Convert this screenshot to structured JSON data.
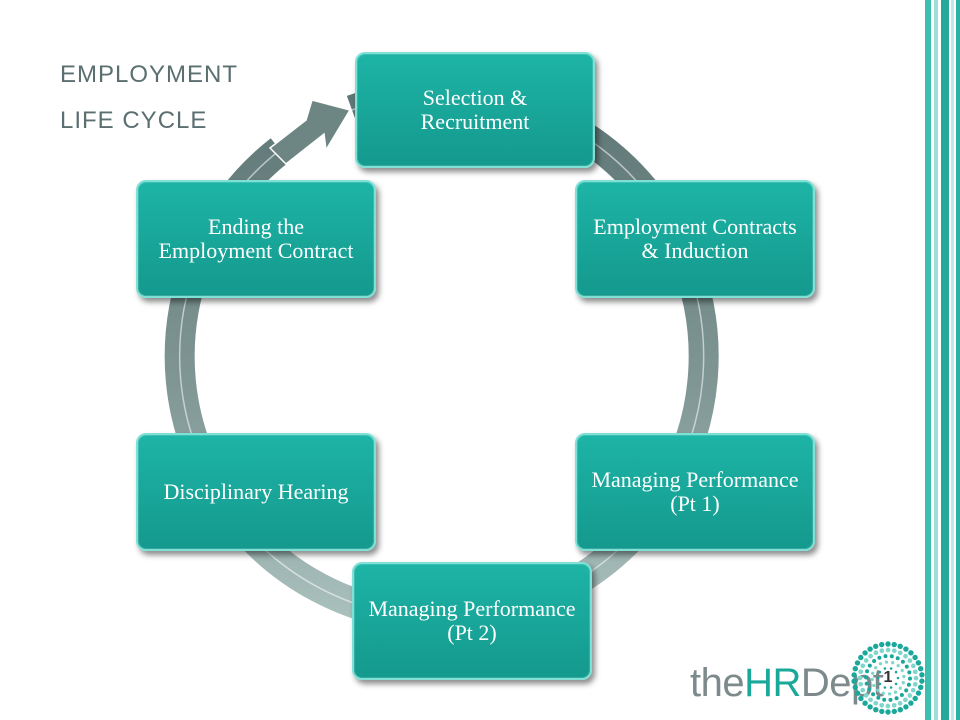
{
  "slide": {
    "title_line1": "Employment",
    "title_line2": "Life Cycle",
    "page_number": "1"
  },
  "cycle": {
    "steps": [
      "Selection & Recruitment",
      "Employment Contracts & Induction",
      "Managing Performance (Pt 1)",
      "Managing Performance (Pt 2)",
      "Disciplinary Hearing",
      "Ending the Employment Contract"
    ]
  },
  "logo": {
    "prefix": "the",
    "hr": "HR",
    "suffix": "Dept"
  },
  "colors": {
    "box": "#1aa89b",
    "ring": "#6f8886",
    "title": "#5b6f71",
    "accent": "#18a999"
  }
}
